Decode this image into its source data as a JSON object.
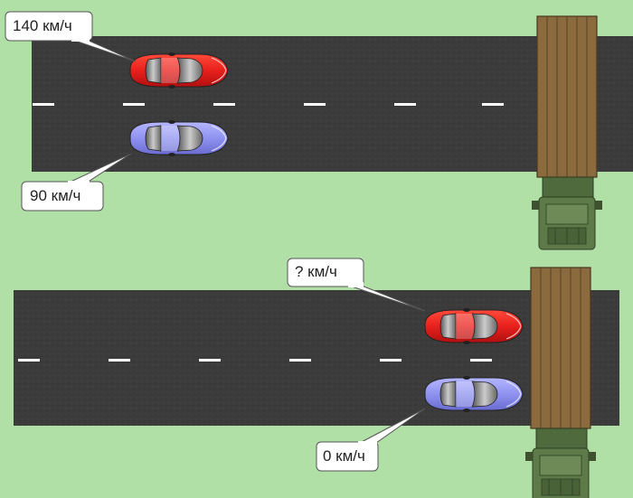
{
  "colors": {
    "grass": "#b0e0a5",
    "road": "#3a3a3a",
    "lane_marking": "#ffffff",
    "red_car": "#e8201c",
    "blue_car": "#8f92f0",
    "truck_bed": "#8b6a3e",
    "truck_cab": "#5d7a48"
  },
  "scene_top": {
    "red_car_label": "140 км/ч",
    "blue_car_label": "90 км/ч"
  },
  "scene_bottom": {
    "red_car_label": "? км/ч",
    "blue_car_label": "0 км/ч"
  }
}
